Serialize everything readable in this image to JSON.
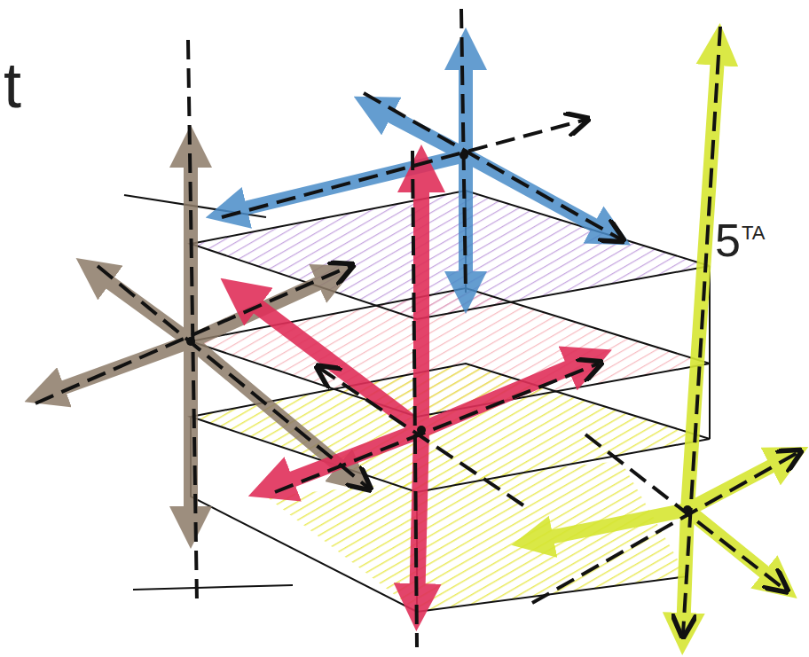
{
  "diagram": {
    "labels": [
      "t",
      "5",
      "TA"
    ]
  }
}
